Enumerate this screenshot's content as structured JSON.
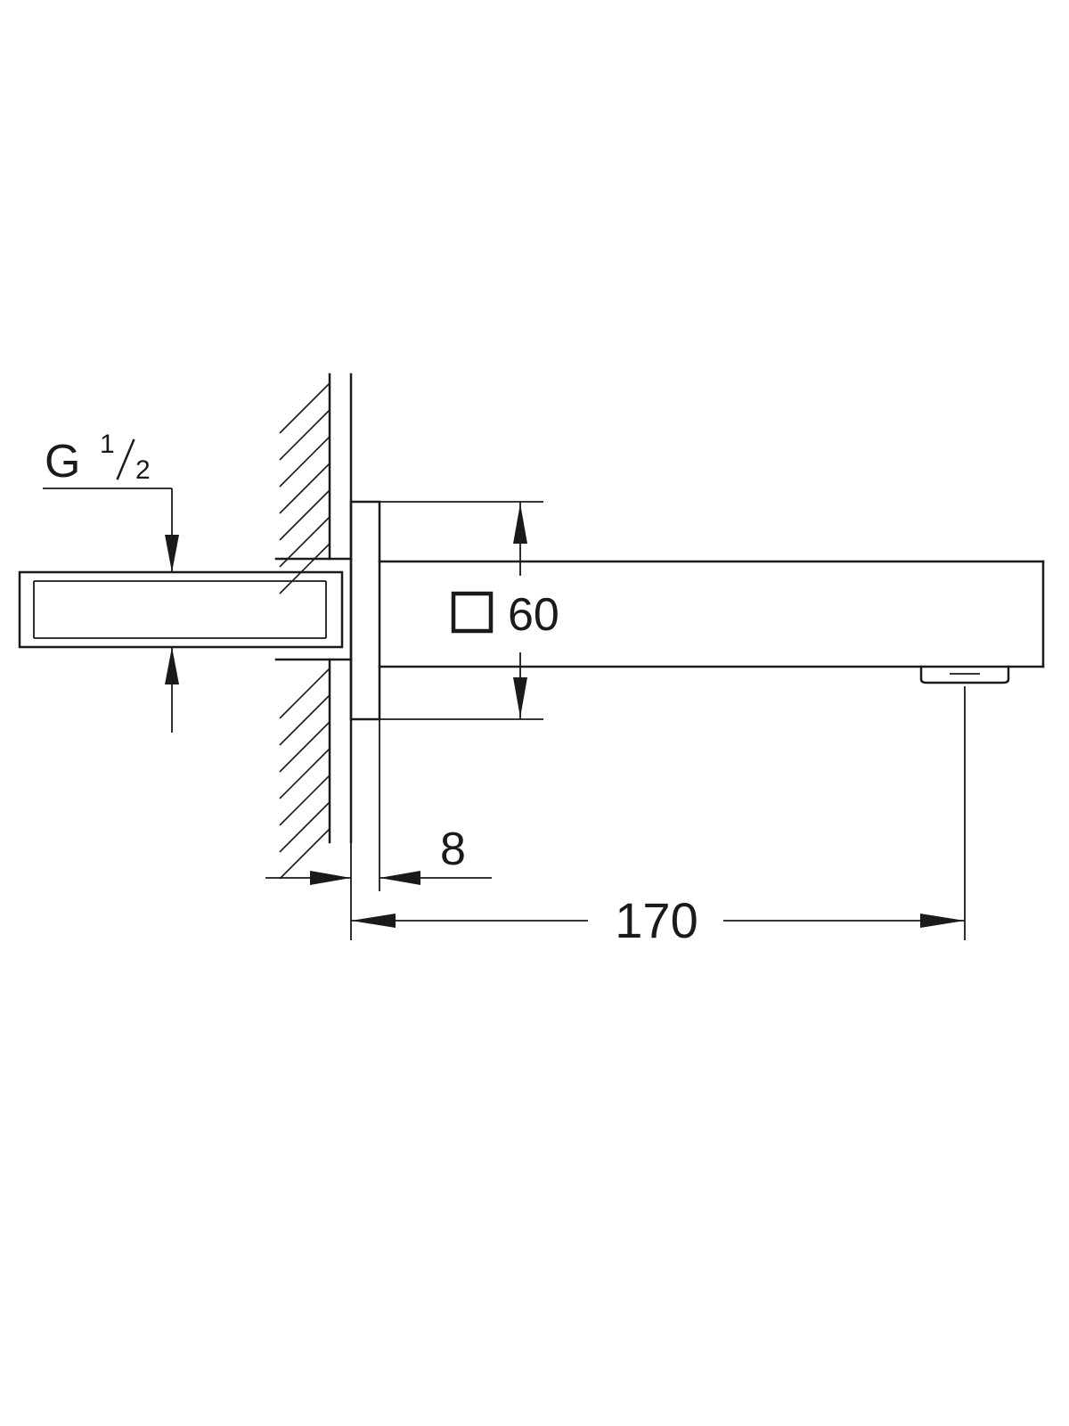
{
  "drawing": {
    "labels": {
      "thread": "G",
      "thread_fraction_num": "1",
      "thread_fraction_den": "2",
      "spout_section": "60",
      "rosette_depth": "8",
      "projection": "170"
    },
    "icons": {
      "section_symbol": "square-section-icon"
    },
    "colors": {
      "ink": "#1a1a1a",
      "background": "#ffffff"
    }
  }
}
